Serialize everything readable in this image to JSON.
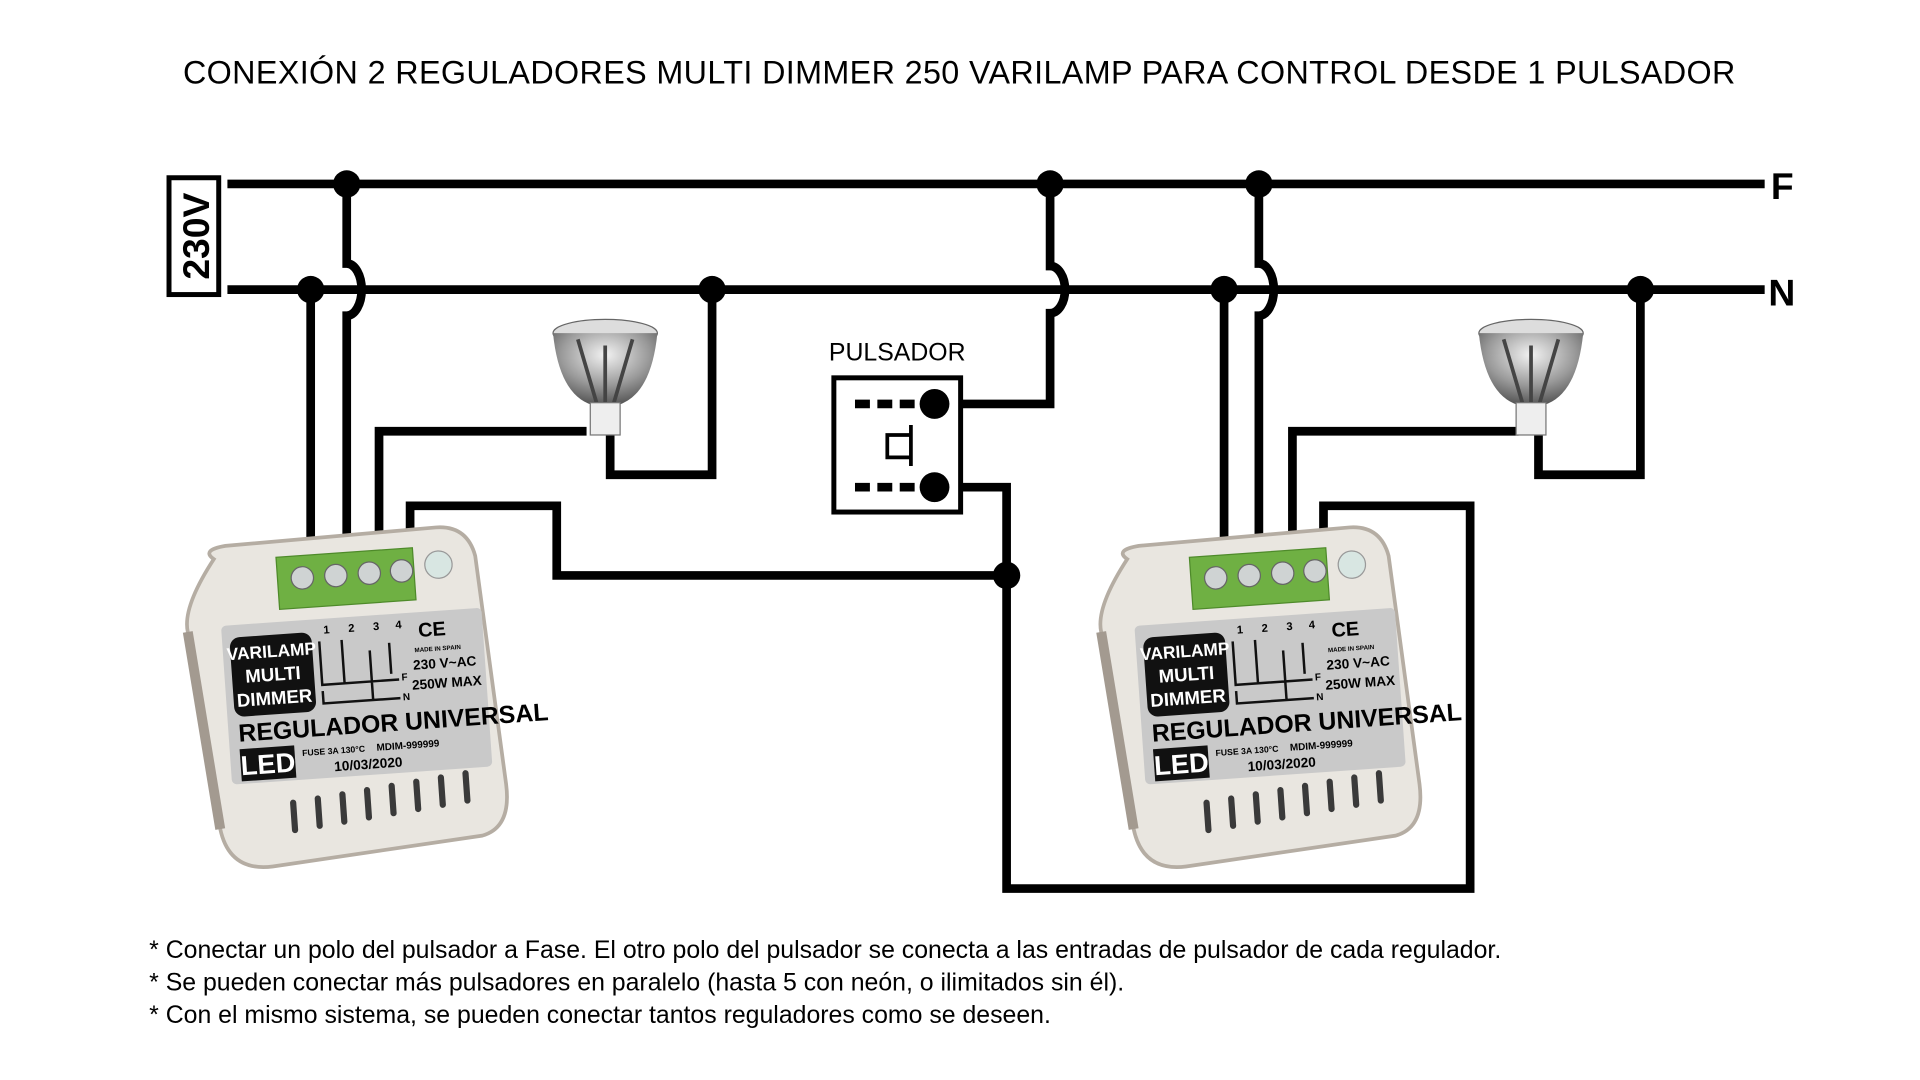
{
  "title": "CONEXIÓN 2 REGULADORES MULTI DIMMER 250 VARILAMP PARA CONTROL DESDE 1 PULSADOR",
  "supply": {
    "voltage": "230V",
    "phase_label": "F",
    "neutral_label": "N"
  },
  "pushbutton": {
    "label": "PULSADOR"
  },
  "device": {
    "brand_top_left": "VARI",
    "brand_top_right": "LAMP",
    "brand_line2": "MULTI",
    "brand_line3": "DIMMER",
    "terminals": [
      "1",
      "2",
      "3",
      "4"
    ],
    "mark_ce": "CE",
    "made_in": "MADE IN SPAIN",
    "voltage": "230 V~AC",
    "power": "250W MAX",
    "f_label": "F",
    "n_label": "N",
    "name": "REGULADOR UNIVERSAL",
    "fuse": "FUSE 3A 130°C",
    "model": "MDIM-999999",
    "date": "10/03/2020",
    "led": "LED"
  },
  "notes": [
    "* Conectar un polo del pulsador a Fase. El otro polo del pulsador se conecta a las entradas de pulsador de cada regulador.",
    "* Se pueden conectar más pulsadores en paralelo (hasta 5 con neón, o ilimitados sin él).",
    "* Con el mismo sistema, se pueden conectar tantos reguladores como se deseen."
  ],
  "colors": {
    "wire": "#000000",
    "terminal_block": "#6fb043",
    "device_body": "#e9e6e0",
    "label": "#c9c9c9"
  }
}
